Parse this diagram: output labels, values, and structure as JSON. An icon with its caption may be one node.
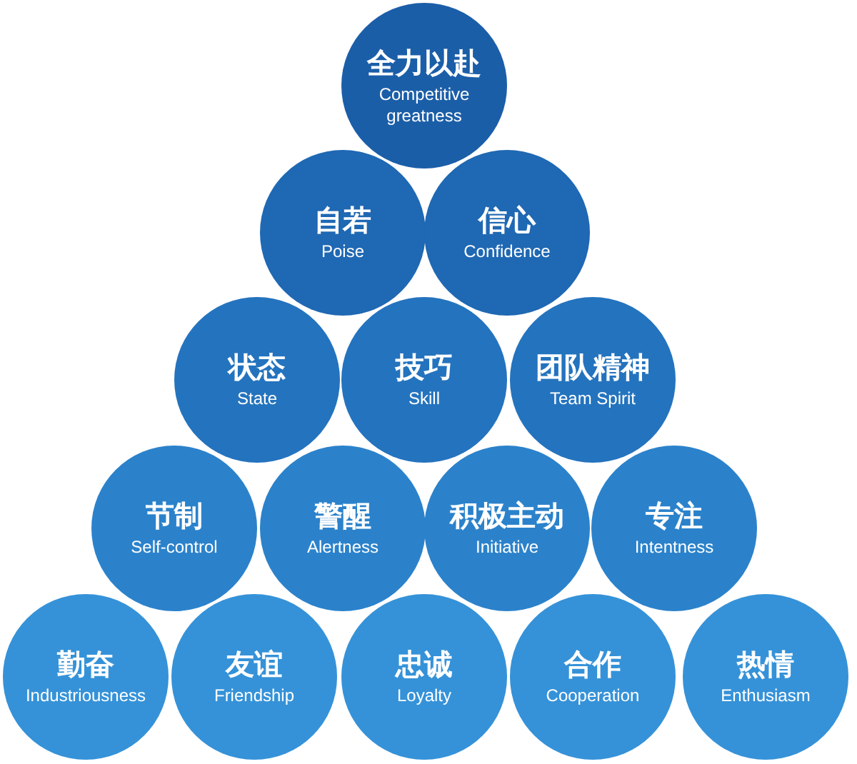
{
  "diagram": {
    "nodes": [
      {
        "text": [
          "全力以赴",
          "Competitive greatness"
        ]
      },
      {
        "text": [
          "自若",
          "Poise"
        ]
      },
      {
        "text": [
          "信心",
          "Confidence"
        ]
      },
      {
        "text": [
          "状态",
          "State"
        ]
      },
      {
        "text": [
          "技巧",
          "Skill"
        ]
      },
      {
        "text": [
          "团队精神",
          "Team Spirit"
        ]
      },
      {
        "text": [
          "节制",
          "Self-control"
        ]
      },
      {
        "text": [
          "警醒",
          "Alertness"
        ]
      },
      {
        "text": [
          "积极主动",
          "Initiative"
        ]
      },
      {
        "text": [
          "专注",
          "Intentness"
        ]
      },
      {
        "text": [
          "勤奋",
          "Industriousness"
        ]
      },
      {
        "text": [
          "友谊",
          "Friendship"
        ]
      },
      {
        "text": [
          "忠诚",
          "Loyalty"
        ]
      },
      {
        "text": [
          "合作",
          "Cooperation"
        ]
      },
      {
        "text": [
          "热情",
          "Enthusiasm"
        ]
      }
    ]
  }
}
